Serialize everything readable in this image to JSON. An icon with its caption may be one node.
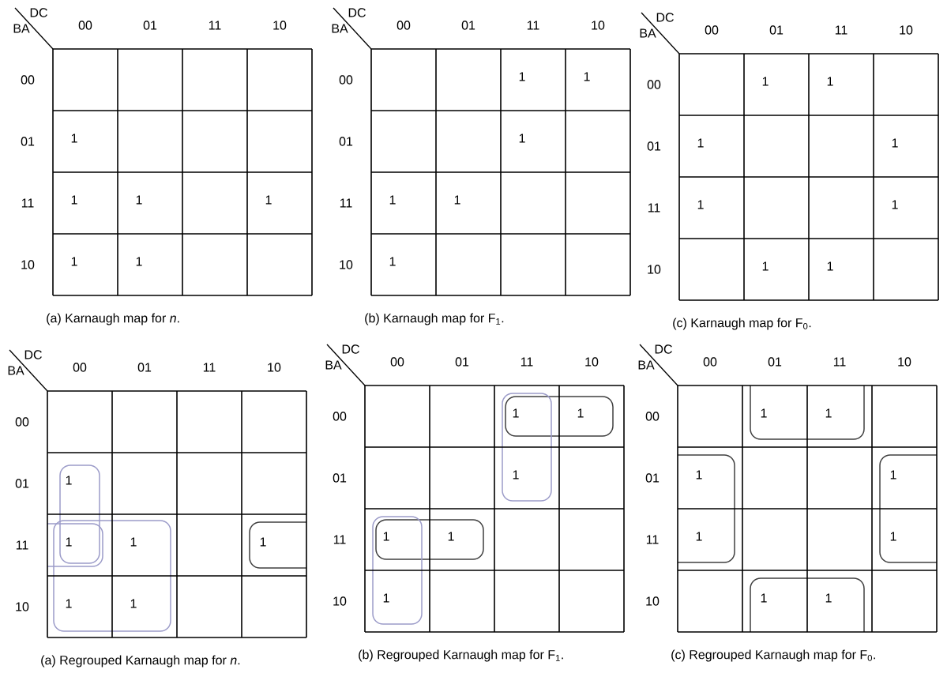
{
  "diagram": {
    "labels": [
      "DC",
      "BA",
      "00",
      "01",
      "11",
      "10",
      "00",
      "01",
      "1",
      "11",
      "1",
      "1",
      "1",
      "10",
      "1",
      "1",
      "(a) Karnaugh map for *n*.",
      "DC",
      "BA",
      "00",
      "01",
      "11",
      "10",
      "00",
      "1",
      "1",
      "01",
      "1",
      "11",
      "1",
      "1",
      "10",
      "1",
      "(b) Karnaugh map for F$_{1}$.",
      "DC",
      "BA",
      "00",
      "01",
      "11",
      "10",
      "00",
      "1",
      "1",
      "01",
      "1",
      "1",
      "11",
      "1",
      "1",
      "10",
      "1",
      "1",
      "(c) Karnaugh map for F$_{0}$.",
      "DC",
      "BA",
      "00",
      "01",
      "11",
      "10",
      "00",
      "01",
      "1",
      "11",
      "1",
      "1",
      "1",
      "10",
      "1",
      "1",
      "(a) Regrouped Karnaugh map for *n*.",
      "DC",
      "BA",
      "00",
      "01",
      "11",
      "10",
      "00",
      "1",
      "1",
      "01",
      "1",
      "11",
      "1",
      "1",
      "10",
      "1",
      "(b) Regrouped Karnaugh map for F$_{1}$.",
      "DC",
      "BA",
      "00",
      "01",
      "11",
      "10",
      "00",
      "1",
      "1",
      "01",
      "1",
      "1",
      "11",
      "1",
      "1",
      "10",
      "1",
      "1",
      "(c) Regrouped Karnaugh map for F$_{0}$."
    ]
  }
}
